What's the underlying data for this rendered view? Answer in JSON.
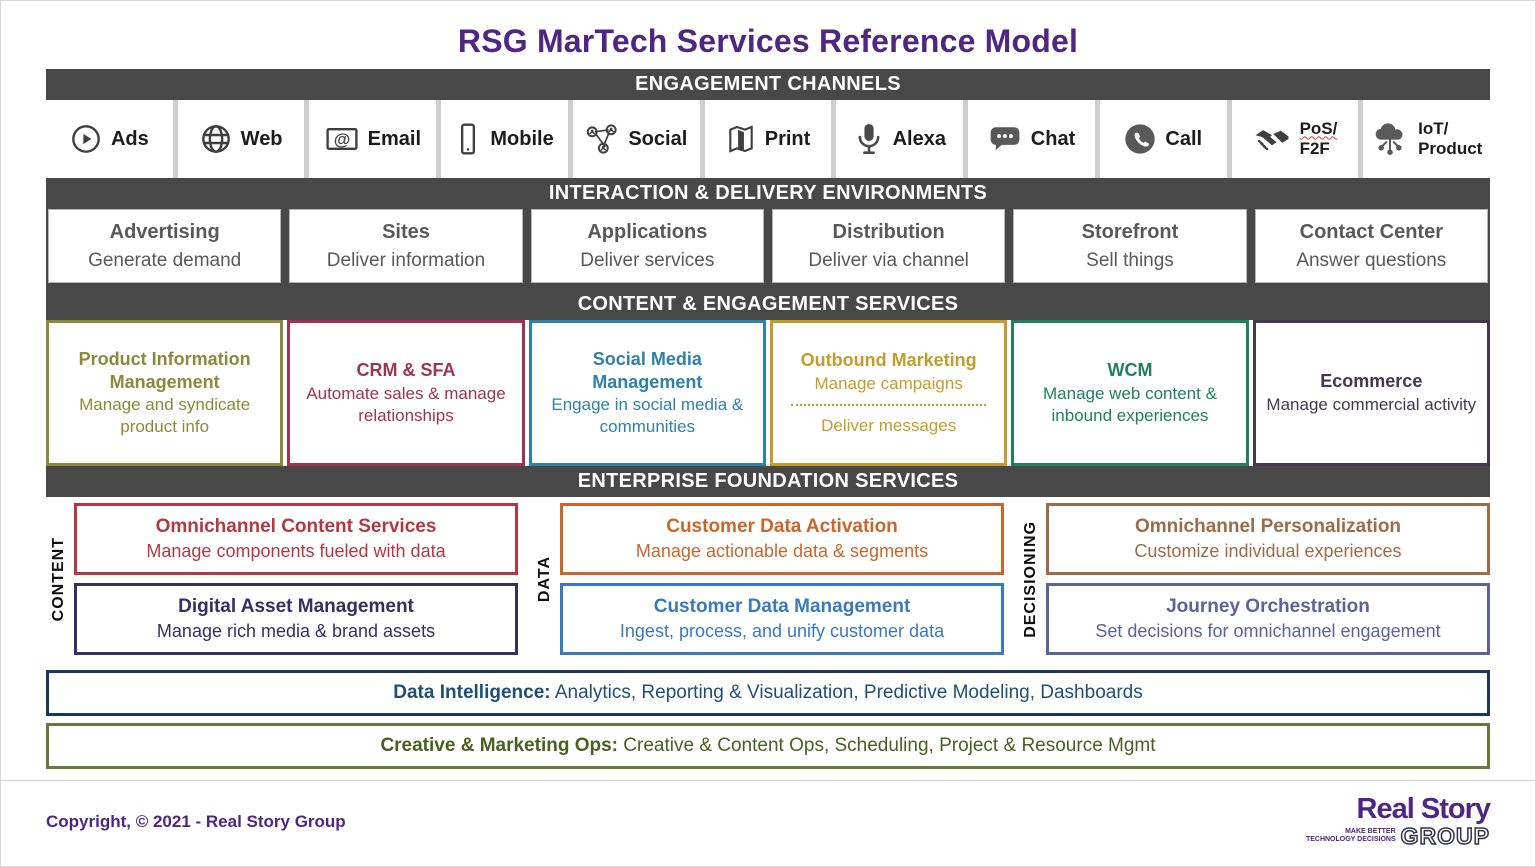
{
  "title": "RSG MarTech Services Reference Model",
  "colors": {
    "band": "#484848",
    "accent_purple": "#4F2683"
  },
  "channels": {
    "header": "ENGAGEMENT CHANNELS",
    "items": [
      {
        "label": "Ads",
        "icon": "play-circle-icon"
      },
      {
        "label": "Web",
        "icon": "globe-icon"
      },
      {
        "label": "Email",
        "icon": "email-icon"
      },
      {
        "label": "Mobile",
        "icon": "mobile-icon"
      },
      {
        "label": "Social",
        "icon": "social-network-icon"
      },
      {
        "label": "Print",
        "icon": "brochure-icon"
      },
      {
        "label": "Alexa",
        "icon": "microphone-icon"
      },
      {
        "label": "Chat",
        "icon": "chat-bubble-icon"
      },
      {
        "label": "Call",
        "icon": "phone-icon"
      },
      {
        "label": "PoS/",
        "label2": "F2F",
        "icon": "handshake-icon"
      },
      {
        "label": "IoT/",
        "label2": "Product",
        "icon": "iot-cloud-icon"
      }
    ]
  },
  "environments": {
    "header": "INTERACTION & DELIVERY ENVIRONMENTS",
    "items": [
      {
        "title": "Advertising",
        "subtitle": "Generate demand"
      },
      {
        "title": "Sites",
        "subtitle": "Deliver information"
      },
      {
        "title": "Applications",
        "subtitle": "Deliver services"
      },
      {
        "title": "Distribution",
        "subtitle": "Deliver via channel"
      },
      {
        "title": "Storefront",
        "subtitle": "Sell things"
      },
      {
        "title": "Contact Center",
        "subtitle": "Answer questions"
      }
    ]
  },
  "services": {
    "header": "CONTENT & ENGAGEMENT SERVICES",
    "items": [
      {
        "title": "Product Information Management",
        "subtitle": "Manage and syndicate product info",
        "color": "#8C8A3A"
      },
      {
        "title": "CRM & SFA",
        "subtitle": "Automate sales & manage relationships",
        "color": "#9C3552"
      },
      {
        "title": "Social Media Management",
        "subtitle": "Engage in social media & communities",
        "color": "#2E81A8"
      },
      {
        "title": "Outbound Marketing",
        "subtitle": "Manage campaigns",
        "subtitle2": "Deliver messages",
        "color": "#C49C2C"
      },
      {
        "title": "WCM",
        "subtitle": "Manage web content & inbound experiences",
        "color": "#1E8060"
      },
      {
        "title": "Ecommerce",
        "subtitle": "Manage commercial activity",
        "color": "#453750"
      }
    ]
  },
  "foundation": {
    "header": "ENTERPRISE FOUNDATION SERVICES",
    "groups": [
      {
        "label": "CONTENT",
        "boxes": [
          {
            "title": "Omnichannel Content Services",
            "subtitle": "Manage components fueled with data",
            "color": "#B23842"
          },
          {
            "title": "Digital Asset Management",
            "subtitle": "Manage rich media & brand assets",
            "color": "#343063"
          }
        ]
      },
      {
        "label": "DATA",
        "boxes": [
          {
            "title": "Customer Data Activation",
            "subtitle": "Manage actionable data & segments",
            "color": "#C9662B"
          },
          {
            "title": "Customer Data Management",
            "subtitle": "Ingest, process, and unify customer data",
            "color": "#3A79BE"
          }
        ]
      },
      {
        "label": "DECISIONING",
        "boxes": [
          {
            "title": "Omnichannel Personalization",
            "subtitle": "Customize individual experiences",
            "color": "#9C6C49"
          },
          {
            "title": "Journey Orchestration",
            "subtitle": "Set decisions for omnichannel engagement",
            "color": "#5B6399"
          }
        ]
      }
    ]
  },
  "bars": [
    {
      "prefix": "Data Intelligence:",
      "text": " Analytics, Reporting & Visualization, Predictive Modeling, Dashboards",
      "color": "#1F4E79",
      "border": "#17375E"
    },
    {
      "prefix": "Creative & Marketing Ops:",
      "text": " Creative & Content Ops, Scheduling, Project & Resource Mgmt",
      "color": "#4A6020",
      "border": "#66793F"
    }
  ],
  "footer": {
    "copyright": "Copyright, © 2021 - Real Story Group",
    "logo": {
      "line1": "Real Story",
      "line2": "GROUP",
      "tagline1": "MAKE BETTER",
      "tagline2": "TECHNOLOGY DECISIONS"
    }
  }
}
